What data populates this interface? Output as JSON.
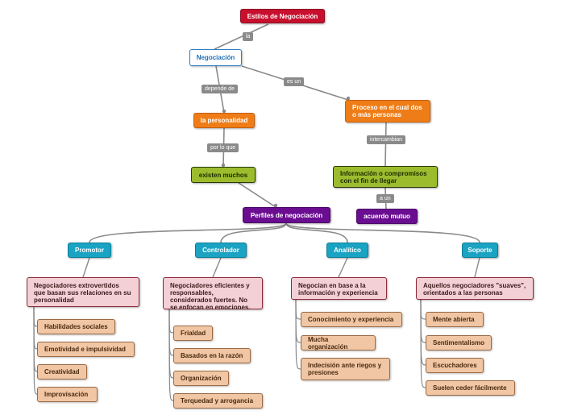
{
  "colors": {
    "root": "#c8102e",
    "concept": "#2f7fc1",
    "orange": "#ef7d17",
    "green": "#9cbc2e",
    "purple": "#6a0d91",
    "teal": "#1aa3c2",
    "description": "#f2d0d6",
    "trait": "#f0c6a4",
    "connector": "#8a8a8a"
  },
  "map": {
    "root": "Estilos de Negociación",
    "negociacion": "Negociación",
    "personalidad": "la personalidad",
    "existen": "existen muchos",
    "perfiles": "Perfiles de negociación",
    "proceso": "Proceso en el cual dos o más personas",
    "informacion": "Información o compromisos con el fin de llegar",
    "acuerdo": "acuerdo mutuo"
  },
  "links": {
    "la": "la",
    "depende": "depende de",
    "es_un": "es un",
    "por_lo_que": "por lo que",
    "intercambian": "intercambian",
    "a_un": "a un"
  },
  "profiles": [
    {
      "name": "Promotor",
      "description": "Negociadores extrovertidos que basan sus relaciones en su personalidad",
      "traits": [
        "Habilidades sociales",
        "Emotividad e impulsividad",
        "Creatividad",
        "Improvisación"
      ]
    },
    {
      "name": "Controlador",
      "description": "Negociadores eficientes y responsables, considerados fuertes. No se enfocan en emociones.",
      "traits": [
        "Frialdad",
        "Basados en la razón",
        "Organización",
        "Terquedad y arrogancia"
      ]
    },
    {
      "name": "Analítico",
      "description": "Negocian en base a la información y experiencia",
      "traits": [
        "Conocimiento y experiencia",
        "Mucha organización",
        "Indecisión ante riegos y presiones"
      ]
    },
    {
      "name": "Soporte",
      "description": "Aquellos negociadores \"suaves\", orientados a las personas",
      "traits": [
        "Mente abierta",
        "Sentimentalismo",
        "Escuchadores",
        "Suelen ceder fácilmente"
      ]
    }
  ]
}
